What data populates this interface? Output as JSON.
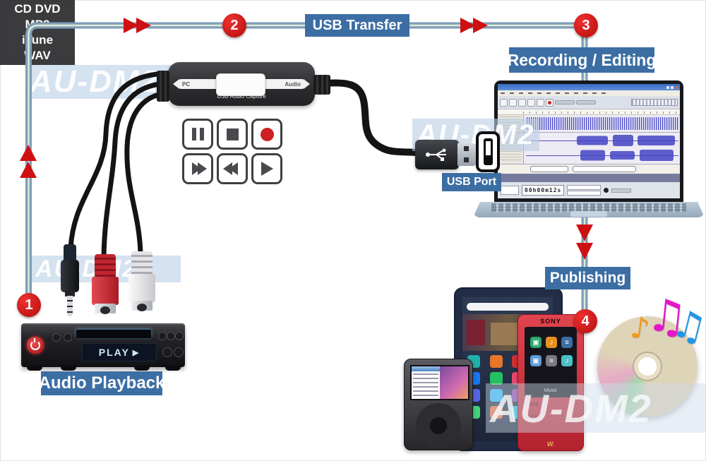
{
  "watermark": {
    "text": "AU-DM2"
  },
  "steps": {
    "one": "1",
    "two": "2",
    "three": "3",
    "four": "4"
  },
  "labels": {
    "usb_transfer": "USB Transfer",
    "recording_editing": "Recording / Editing",
    "publishing": "Publishing",
    "usb_port": "USB Port",
    "audio_playback": "Audio Playback"
  },
  "capture_device": {
    "left_label": "PC",
    "right_label": "Audio",
    "product_label": "USB Audio Capture"
  },
  "player": {
    "display": "PLAY",
    "display_arrow": "▶"
  },
  "audacity": {
    "time": "00h00m12s"
  },
  "formats": {
    "lines": [
      "CD DVD",
      "MP3",
      "iTune",
      "WAV"
    ]
  },
  "walkman": {
    "brand": "SONY",
    "music": "Music",
    "home": "HOME",
    "back": "BACK",
    "logo": "W."
  },
  "music_notes": {
    "single": "♪",
    "double": "♫"
  },
  "media_icons": {
    "note": "♪",
    "camera": "▣",
    "list": "≡"
  },
  "tablet": {
    "app_icon_colors": [
      "#1fb0a8",
      "#e8762a",
      "#cf3131",
      "#101114",
      "#1877f2",
      "#23c15f",
      "#e8476f",
      "#f3a31b",
      "#5566e8",
      "#29b6f6",
      "#8e44ad",
      "#ffd54f",
      "#43d17a",
      "#ef6c3a",
      "#26c6da",
      "#39405e"
    ]
  },
  "colors": {
    "label_bg": "#3c6ea3",
    "flow_line_outer": "#7e9db8",
    "flow_line_inner": "#dcead6",
    "arrow_red": "#cf1010",
    "step_red": "#b40d0d",
    "record_red": "#cc2025"
  }
}
